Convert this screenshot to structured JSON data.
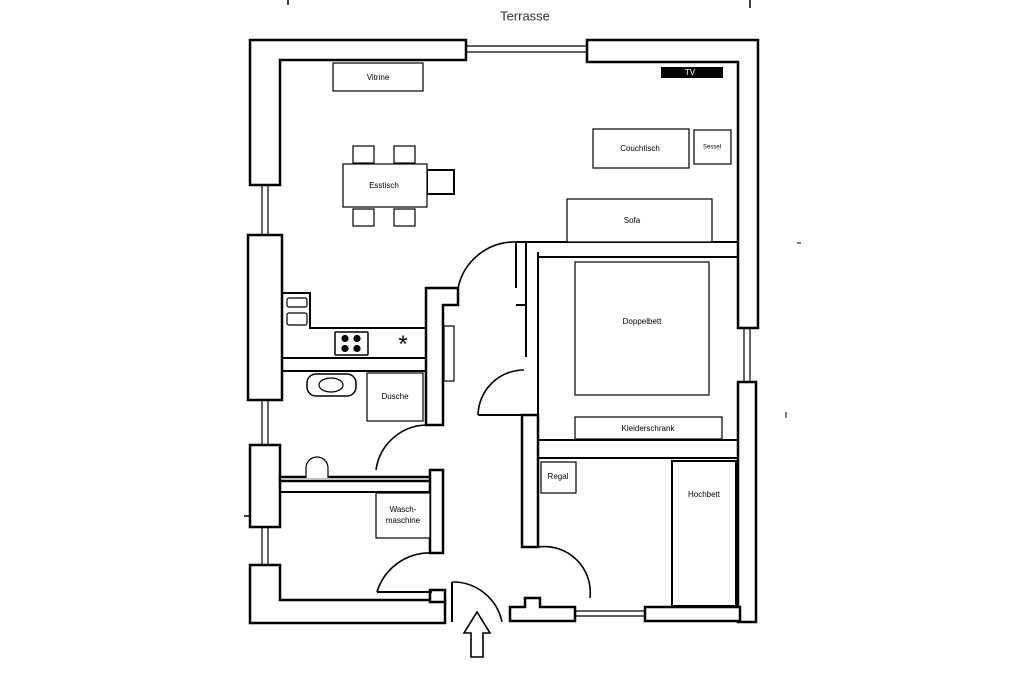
{
  "title": "Terrasse",
  "labels": {
    "vitrine": "Vitrine",
    "tv": "TV",
    "couchtisch": "Couchtisch",
    "sessel": "Sessel",
    "esstisch": "Esstisch",
    "sofa": "Sofa",
    "doppelbett": "Doppelbett",
    "dusche": "Dusche",
    "kleiderschrank": "Kleiderschrank",
    "regal": "Regal",
    "hochbett": "Hochbett",
    "waschmaschine_line1": "Wasch-",
    "waschmaschine_line2": "maschine"
  },
  "icons": {
    "stove": "stove-icon",
    "asterisk": "*",
    "entrance": "entrance-arrow-icon"
  }
}
